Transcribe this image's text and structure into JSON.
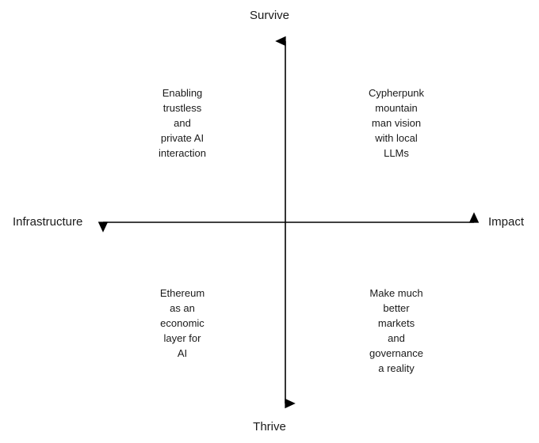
{
  "diagram": {
    "type": "quadrant-chart",
    "background_color": "#ffffff",
    "axis_color": "#000000",
    "text_color": "#1a1a1a",
    "axes": {
      "vertical": {
        "top_label": "Survive",
        "bottom_label": "Thrive"
      },
      "horizontal": {
        "left_label": "Infrastructure",
        "right_label": "Impact"
      }
    },
    "quadrants": {
      "top_left": "Enabling\ntrustless\nand\nprivate AI\ninteraction",
      "top_right": "Cypherpunk\nmountain\nman vision\nwith local\nLLMs",
      "bottom_left": "Ethereum\nas an\neconomic\nlayer for\nAI",
      "bottom_right": "Make much\nbetter\nmarkets\nand\ngovernance\na reality"
    }
  }
}
